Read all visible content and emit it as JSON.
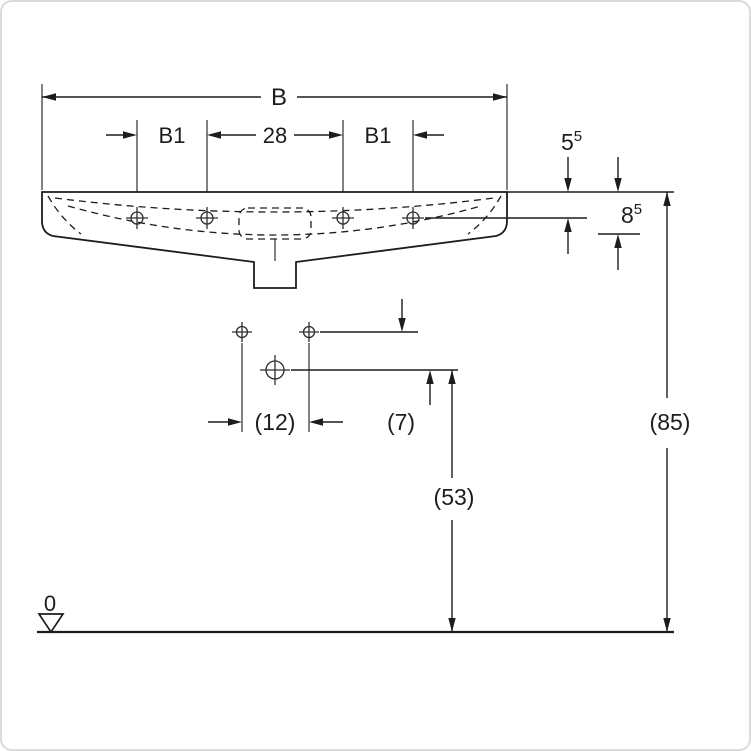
{
  "colors": {
    "background": "#ffffff",
    "line": "#1d1d1b",
    "frame_border": "#dadada"
  },
  "drawing": {
    "kind": "washbasin installation dimension drawing, front elevation with datum line",
    "dims": {
      "overall_width": "B",
      "left_offset": "B1",
      "center_spacing": "28",
      "right_offset": "B1",
      "rim_to_tap": {
        "base": "5",
        "sup": "5"
      },
      "rim_to_overflow": {
        "base": "8",
        "sup": "5"
      },
      "fixing_spacing": "(12)",
      "fixing_offset": "(7)",
      "trap_height": "(53)",
      "rim_height": "(85)",
      "datum": "0"
    }
  }
}
